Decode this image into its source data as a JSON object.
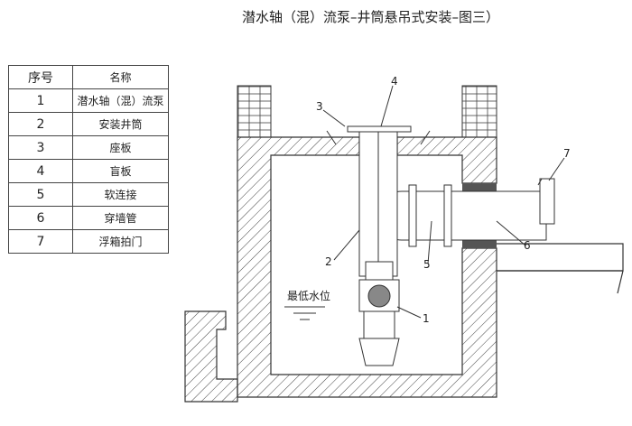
{
  "title": "潜水轴（混）流泵–井筒悬吊式安装–图三）",
  "table": {
    "headers": [
      "序号",
      "名称"
    ],
    "rows": [
      [
        "1",
        "潜水轴（混）流泵"
      ],
      [
        "2",
        "安装井筒"
      ],
      [
        "3",
        "座板"
      ],
      [
        "4",
        "盲板"
      ],
      [
        "5",
        "软连接"
      ],
      [
        "6",
        "穿墙管"
      ],
      [
        "7",
        "浮箱拍门"
      ]
    ]
  },
  "callouts": [
    "1",
    "2",
    "3",
    "4",
    "5",
    "6",
    "7"
  ],
  "water_level_label": "最低水位"
}
